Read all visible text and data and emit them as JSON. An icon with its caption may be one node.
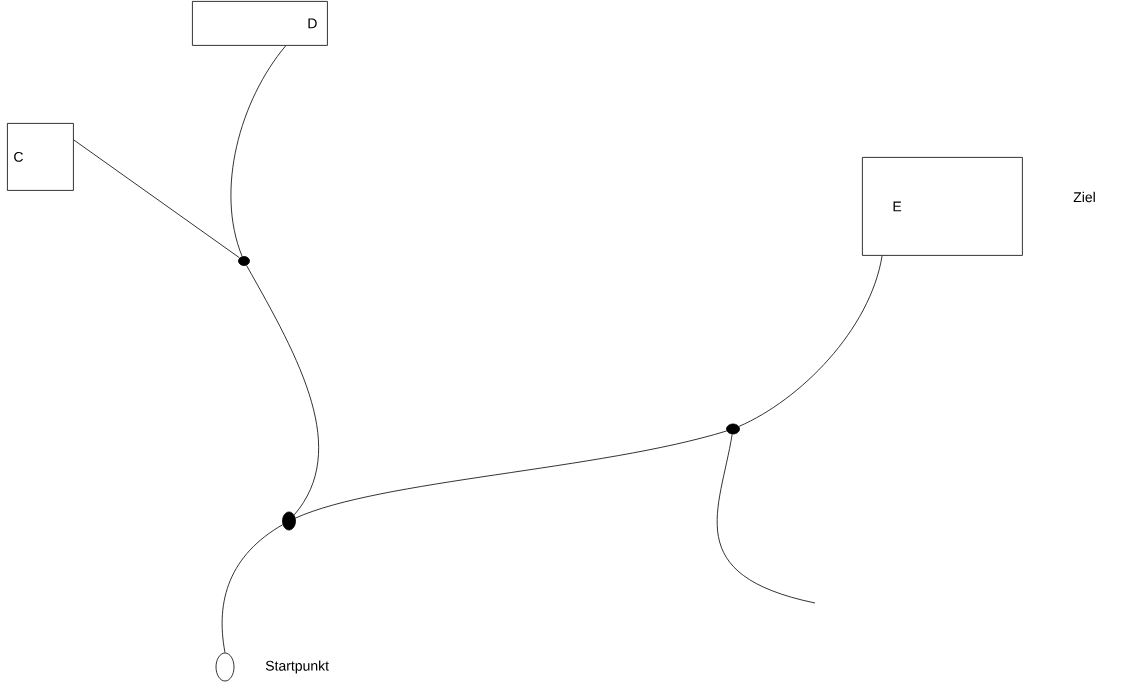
{
  "diagram": {
    "nodes": [
      {
        "text": [
          "D"
        ]
      },
      {
        "text": [
          "C"
        ]
      },
      {
        "text": [
          "E"
        ],
        "beside": [
          "Ziel"
        ]
      },
      {
        "text": [],
        "shape": "circle"
      },
      {
        "text": [],
        "shape": "circle"
      },
      {
        "text": [],
        "shape": "circle"
      },
      {
        "text": [],
        "shape": "circle",
        "beside": [
          "Startpunkt"
        ]
      }
    ],
    "edges": [
      {
        "from": 0,
        "to": 3,
        "arrow": "none"
      },
      {
        "from": 1,
        "to": 3,
        "arrow": "none"
      },
      {
        "from": 3,
        "to": 4,
        "arrow": "none"
      },
      {
        "from": 6,
        "to": 4,
        "arrow": "none"
      },
      {
        "from": 4,
        "to": 5,
        "arrow": "none"
      },
      {
        "from": 2,
        "to": 5,
        "arrow": "none"
      },
      {
        "from": 5,
        "to": null,
        "arrow": "none"
      }
    ]
  }
}
